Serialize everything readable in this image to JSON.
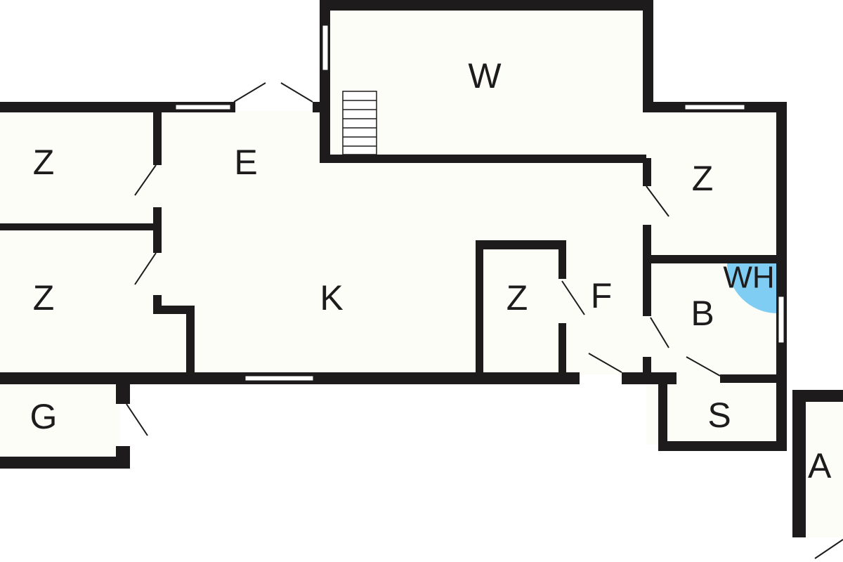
{
  "rooms": {
    "w": "W",
    "e": "E",
    "k": "K",
    "z_top_left": "Z",
    "z_mid_left": "Z",
    "z_top_right": "Z",
    "z_inner": "Z",
    "f": "F",
    "b": "B",
    "wh": "WH",
    "s": "S",
    "g": "G",
    "a": "A"
  },
  "colors": {
    "wall": "#1e1b1c",
    "floor": "#fdfdf7",
    "water_heater": "#7fcdf3"
  }
}
